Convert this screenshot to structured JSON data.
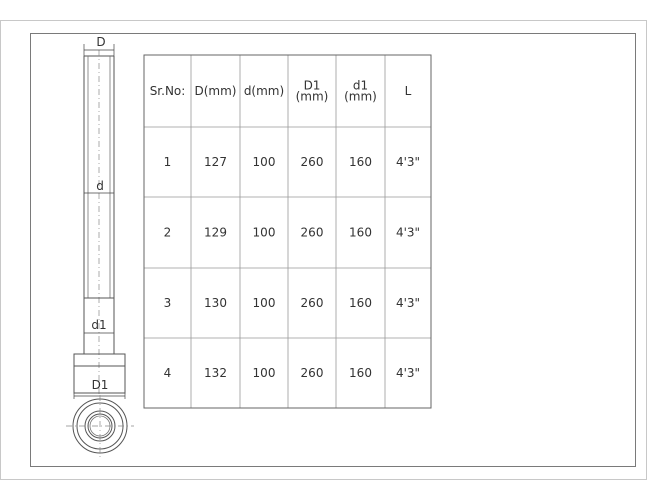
{
  "labels": {
    "D": "D",
    "d": "d",
    "d1": "d1",
    "D1": "D1"
  },
  "table": {
    "headers": [
      [
        "Sr.No:"
      ],
      [
        "D(mm)"
      ],
      [
        "d(mm)"
      ],
      [
        "D1",
        "(mm)"
      ],
      [
        "d1",
        "(mm)"
      ],
      [
        "L"
      ]
    ],
    "rows": [
      [
        "1",
        "127",
        "100",
        "260",
        "160",
        "4'3\""
      ],
      [
        "2",
        "129",
        "100",
        "260",
        "160",
        "4'3\""
      ],
      [
        "3",
        "130",
        "100",
        "260",
        "160",
        "4'3\""
      ],
      [
        "4",
        "132",
        "100",
        "260",
        "160",
        "4'3\""
      ]
    ]
  }
}
